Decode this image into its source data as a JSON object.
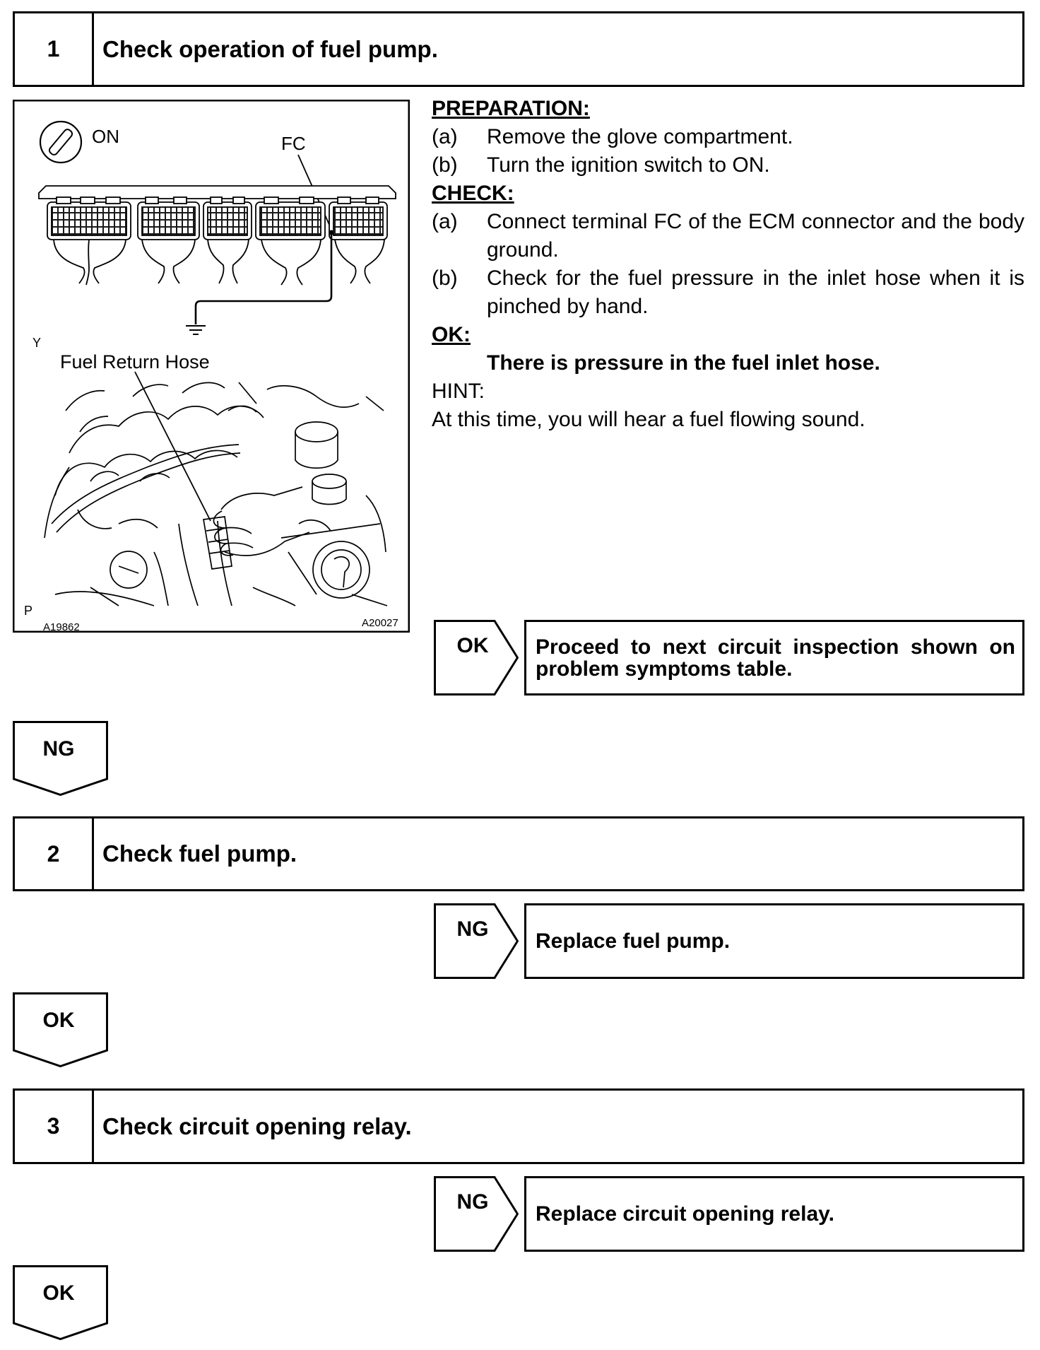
{
  "steps": [
    {
      "number": "1",
      "title": "Check operation of fuel pump."
    },
    {
      "number": "2",
      "title": "Check fuel pump."
    },
    {
      "number": "3",
      "title": "Check circuit opening relay."
    }
  ],
  "figure": {
    "ignition_label": "ON",
    "terminal_label": "FC",
    "corner_top": "Y",
    "hose_label": "Fuel Return Hose",
    "corner_bottom": "P",
    "id_left": "A19862",
    "id_right": "A20027",
    "icons": {
      "ignition": "ignition-switch-icon",
      "ground": "ground-symbol-icon"
    }
  },
  "instructions": {
    "preparation_heading": "PREPARATION:",
    "preparation": [
      {
        "label": "(a)",
        "text": "Remove the glove compartment."
      },
      {
        "label": "(b)",
        "text": "Turn the ignition switch to ON."
      }
    ],
    "check_heading": "CHECK:",
    "check": [
      {
        "label": "(a)",
        "text": "Connect terminal FC of the ECM connector and the body ground."
      },
      {
        "label": "(b)",
        "text": "Check for the fuel pressure in the inlet hose when it is pinched by hand."
      }
    ],
    "ok_heading": "OK:",
    "ok_text": "There is pressure in the fuel inlet hose.",
    "hint_heading": "HINT:",
    "hint_text": "At this time, you will hear a fuel flowing sound."
  },
  "results": {
    "step1_ok": {
      "tag": "OK",
      "text": "Proceed to next circuit inspection shown on problem symptoms table."
    },
    "step1_ng": {
      "tag": "NG"
    },
    "step2_ng": {
      "tag": "NG",
      "text": "Replace fuel pump."
    },
    "step2_ok": {
      "tag": "OK"
    },
    "step3_ng": {
      "tag": "NG",
      "text": "Replace circuit opening relay."
    },
    "step3_ok": {
      "tag": "OK"
    }
  }
}
